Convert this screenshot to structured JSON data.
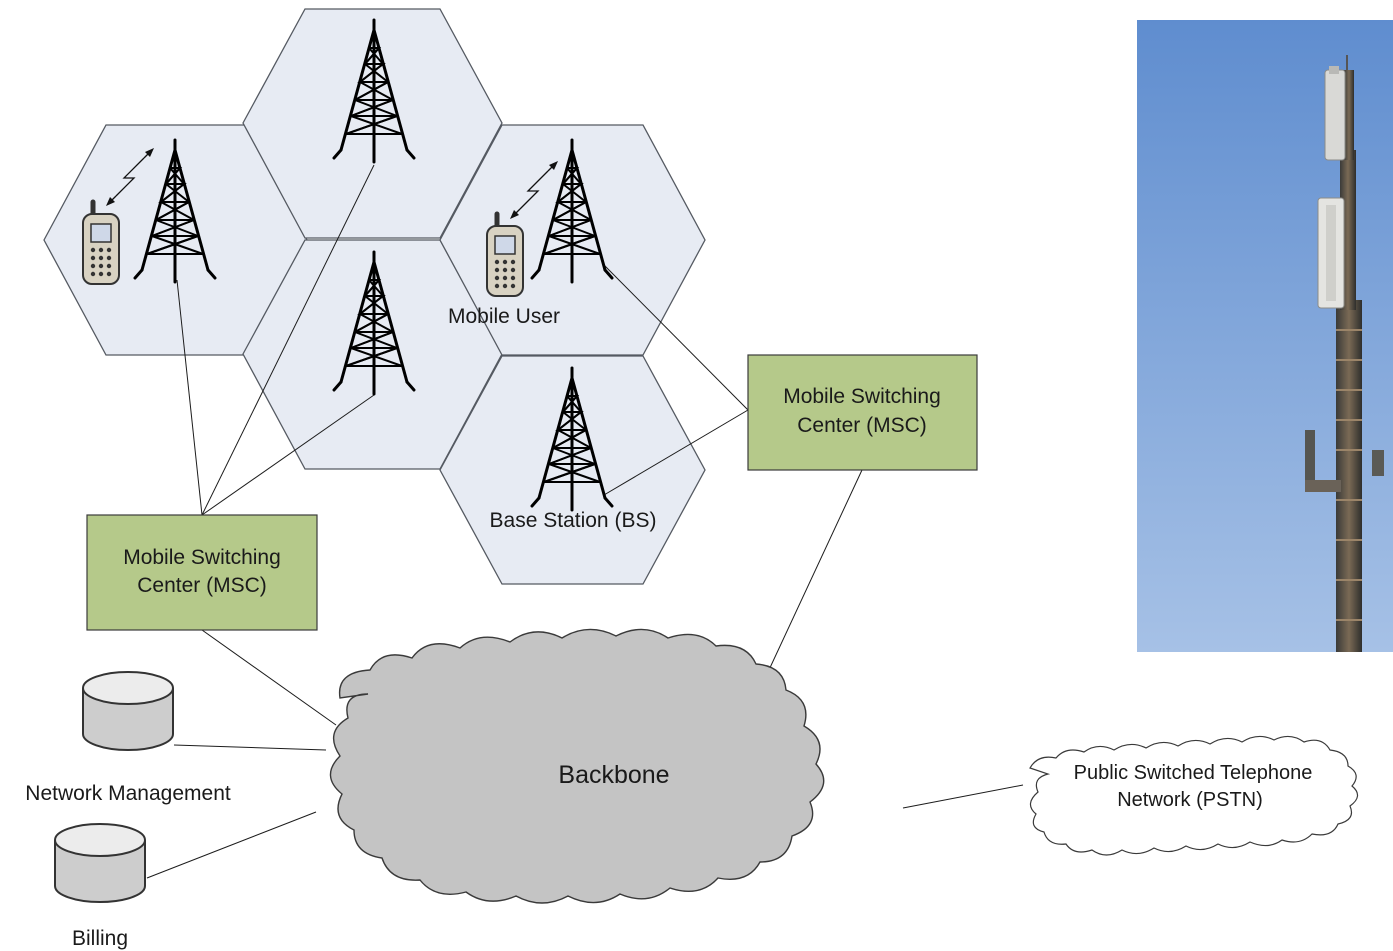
{
  "labels": {
    "mobile_user": "Mobile User",
    "base_station": "Base Station (BS)",
    "msc_left_line1": "Mobile Switching",
    "msc_left_line2": "Center (MSC)",
    "msc_right_line1": "Mobile Switching",
    "msc_right_line2": "Center (MSC)",
    "backbone": "Backbone",
    "pstn_line1": "Public Switched Telephone",
    "pstn_line2": "Network (PSTN)",
    "network_management": "Network Management",
    "billing": "Billing"
  },
  "colors": {
    "cell_fill": "#e7ebf3",
    "msc_fill": "#b5c98a",
    "backbone_fill": "#c4c4c4",
    "sky": "#7fa3d6"
  },
  "icons": {
    "tower": "tower-icon",
    "phone": "mobile-phone-icon",
    "database": "database-icon",
    "cloud": "cloud-icon",
    "photo": "cell-tower-photo"
  }
}
